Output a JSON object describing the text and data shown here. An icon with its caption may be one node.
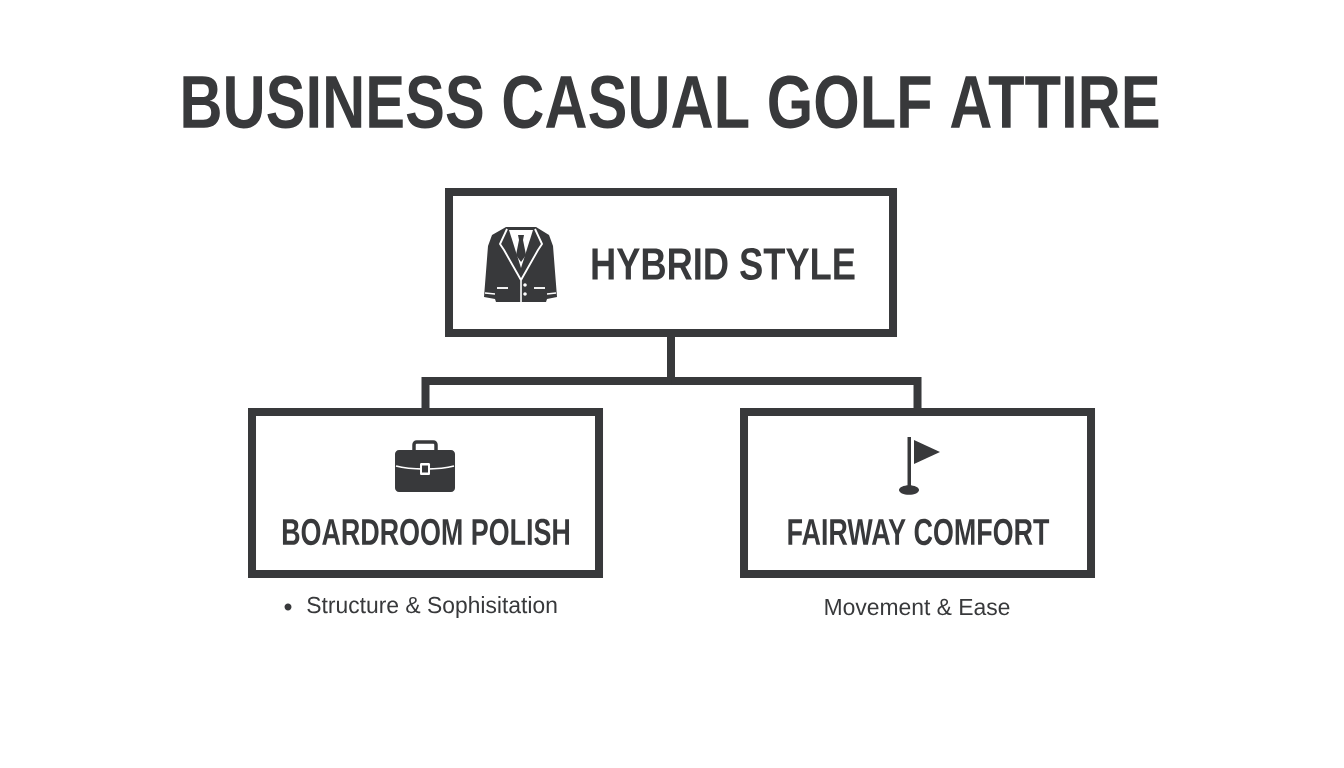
{
  "diagram": {
    "title": "BUSINESS CASUAL GOLF ATTIRE",
    "nodes": [
      {
        "text": [
          "HYBRID STYLE"
        ]
      },
      {
        "text": [
          "BOARDROOM POLISH"
        ],
        "beside": [
          "Structure & Sophisitation"
        ]
      },
      {
        "text": [
          "FAIRWAY COMFORT"
        ],
        "beside": [
          "Movement & Ease"
        ]
      }
    ],
    "edges": [
      {
        "from": 0,
        "to": 1,
        "arrow": "none"
      },
      {
        "from": 0,
        "to": 2,
        "arrow": "none"
      }
    ]
  }
}
